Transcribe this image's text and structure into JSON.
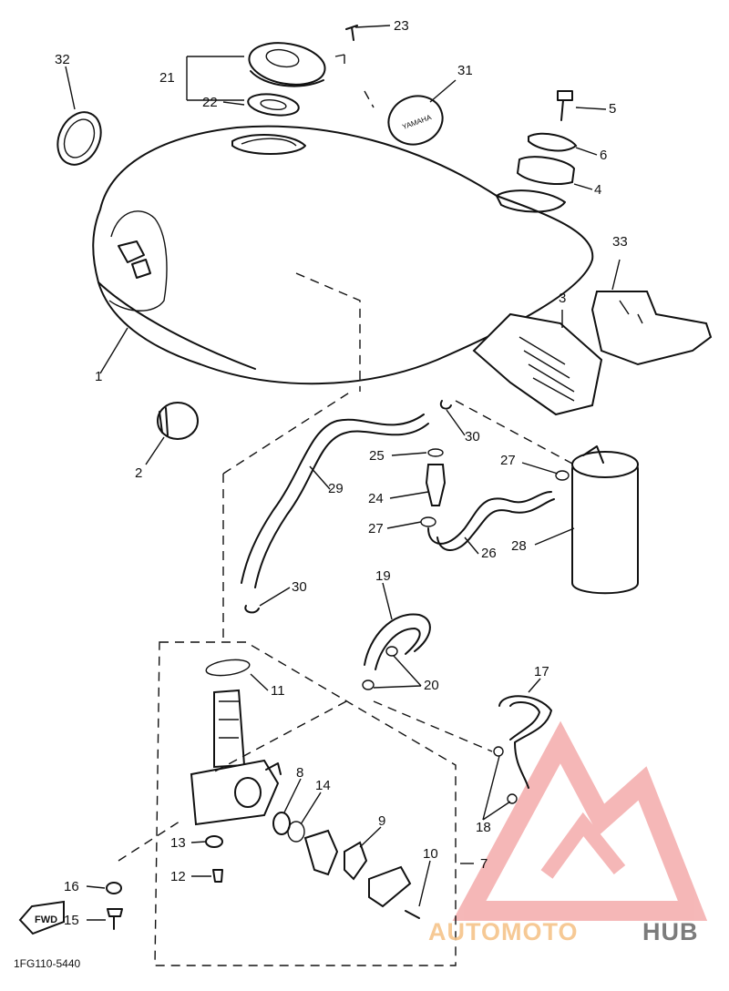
{
  "diagram": {
    "part_numbers": [
      "2",
      "3",
      "4",
      "5",
      "6",
      "7",
      "8",
      "9",
      "10",
      "11",
      "12",
      "13",
      "14",
      "15",
      "16",
      "17",
      "18",
      "19",
      "20",
      "21",
      "22",
      "23",
      "24",
      "25",
      "26",
      "27",
      "27",
      "28",
      "29",
      "30",
      "30",
      "31",
      "32",
      "33",
      "1"
    ],
    "diagram_code": "1FG110-5440",
    "fwd_label": "FWD",
    "tank_cap_emblem": "YAMAHA"
  },
  "watermark": {
    "word1": "AUTOMOTO",
    "word2": "HUB",
    "color_primary": "#f2a0a0",
    "color_secondary": "#f6c48a",
    "color_text_dark": "#555555"
  }
}
